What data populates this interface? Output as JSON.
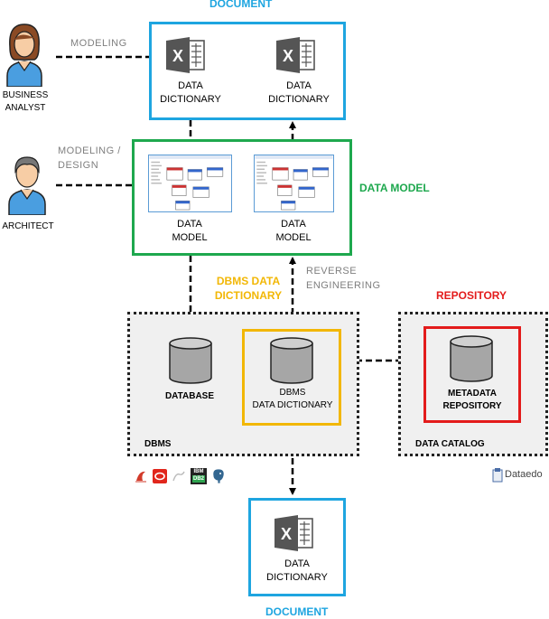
{
  "colors": {
    "document": "#1ea5e0",
    "data_model": "#1ea84e",
    "dbms_dictionary": "#f2b705",
    "repository": "#e31b1b"
  },
  "top_document": {
    "title": "DOCUMENT",
    "items": [
      {
        "icon": "excel-icon",
        "line1": "DATA",
        "line2": "DICTIONARY"
      },
      {
        "icon": "excel-icon",
        "line1": "DATA",
        "line2": "DICTIONARY"
      }
    ]
  },
  "business_analyst": {
    "line1": "BUSINESS",
    "line2": "ANALYST",
    "arrow_label": "MODELING"
  },
  "architect": {
    "label": "ARCHITECT",
    "arrow_label_1": "MODELING /",
    "arrow_label_2": "DESIGN"
  },
  "data_model": {
    "title": "DATA MODEL",
    "items": [
      {
        "line1": "DATA",
        "line2": "MODEL"
      },
      {
        "line1": "DATA",
        "line2": "MODEL"
      }
    ]
  },
  "dbms_data_dictionary": {
    "title_1": "DBMS DATA",
    "title_2": "DICTIONARY"
  },
  "reverse_engineering": {
    "line1": "REVERSE",
    "line2": "ENGINEERING"
  },
  "repository": {
    "title": "REPOSITORY"
  },
  "dbms": {
    "label": "DBMS",
    "database_label": "DATABASE",
    "dictionary_line1": "DBMS",
    "dictionary_line2": "DATA DICTIONARY"
  },
  "data_catalog": {
    "label": "DATA CATALOG",
    "repo_line1": "METADATA",
    "repo_line2": "REPOSITORY"
  },
  "db_logos": [
    {
      "icon": "sql-server-icon"
    },
    {
      "icon": "oracle-icon"
    },
    {
      "icon": "mysql-icon"
    },
    {
      "icon": "ibm-db2-icon",
      "text_1": "IBM",
      "text_2": "DB2"
    },
    {
      "icon": "postgresql-icon"
    }
  ],
  "dataedo": {
    "label": "Dataedo",
    "icon": "dataedo-icon"
  },
  "bottom_document": {
    "title": "DOCUMENT",
    "item": {
      "icon": "excel-icon",
      "line1": "DATA",
      "line2": "DICTIONARY"
    }
  }
}
